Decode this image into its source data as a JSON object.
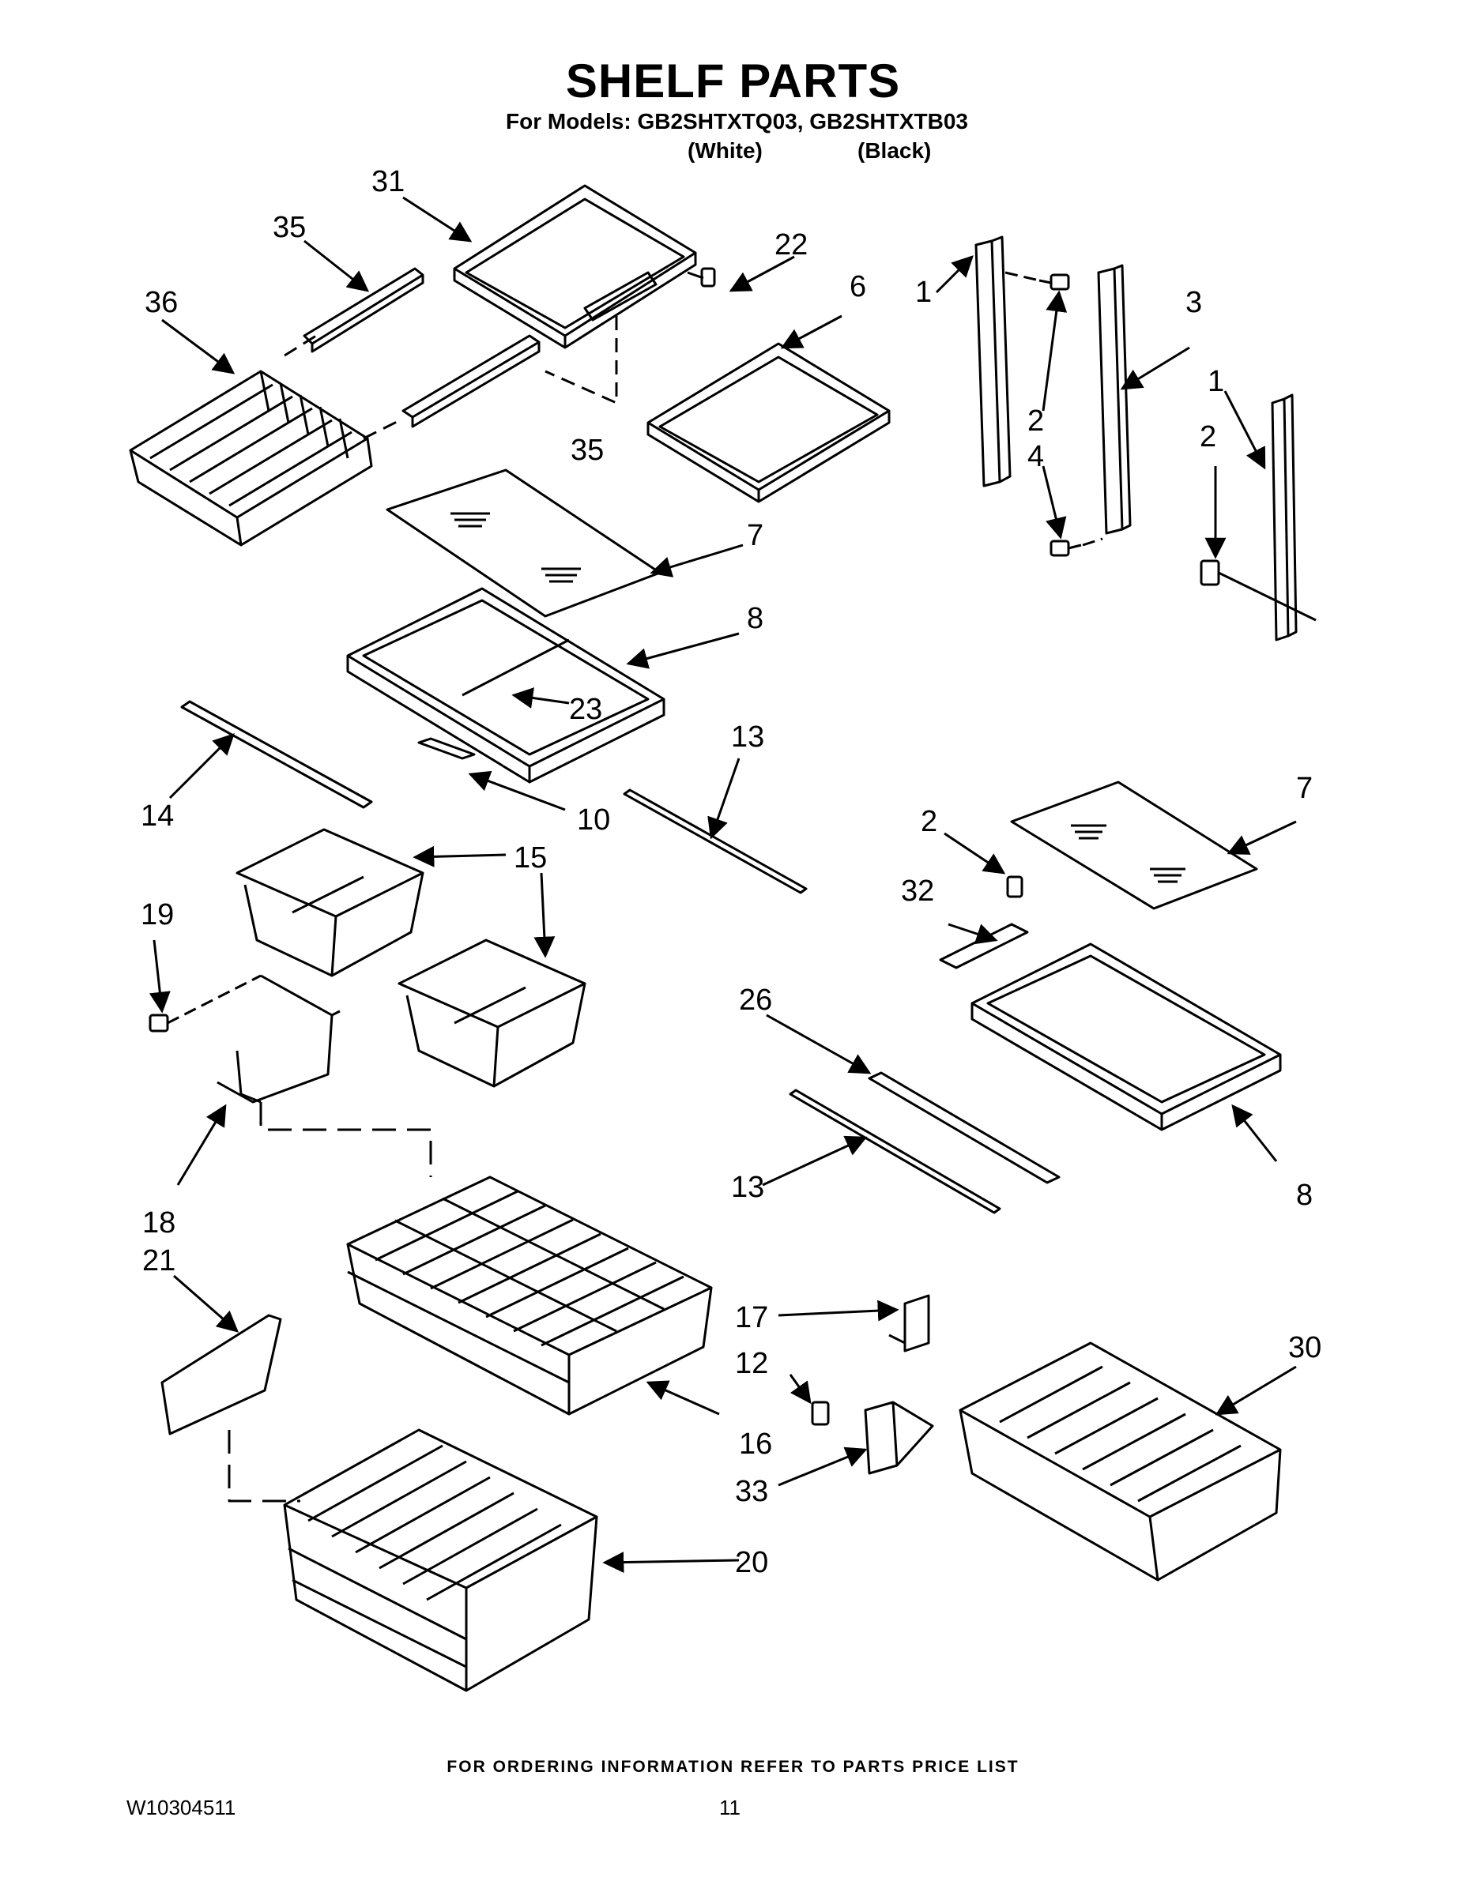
{
  "header": {
    "title": "SHELF PARTS",
    "models_line": "For Models: GB2SHTXTQ03, GB2SHTXTB03",
    "color_1": "(White)",
    "color_2": "(Black)"
  },
  "callouts": {
    "c31": "31",
    "c35a": "35",
    "c36": "36",
    "c22": "22",
    "c6": "6",
    "c35b": "35",
    "c1a": "1",
    "c3": "3",
    "c1b": "1",
    "c2a": "2",
    "c4": "4",
    "c2b": "2",
    "c7a": "7",
    "c8a": "8",
    "c23": "23",
    "c13a": "13",
    "c14": "14",
    "c10": "10",
    "c15": "15",
    "c19": "19",
    "c2c": "2",
    "c7b": "7",
    "c32": "32",
    "c26": "26",
    "c13b": "13",
    "c8b": "8",
    "c18": "18",
    "c21": "21",
    "c17": "17",
    "c12": "12",
    "c30": "30",
    "c16": "16",
    "c33": "33",
    "c20": "20"
  },
  "footer": {
    "note": "FOR ORDERING INFORMATION REFER TO PARTS PRICE LIST",
    "doc_number": "W10304511",
    "page_number": "11"
  }
}
